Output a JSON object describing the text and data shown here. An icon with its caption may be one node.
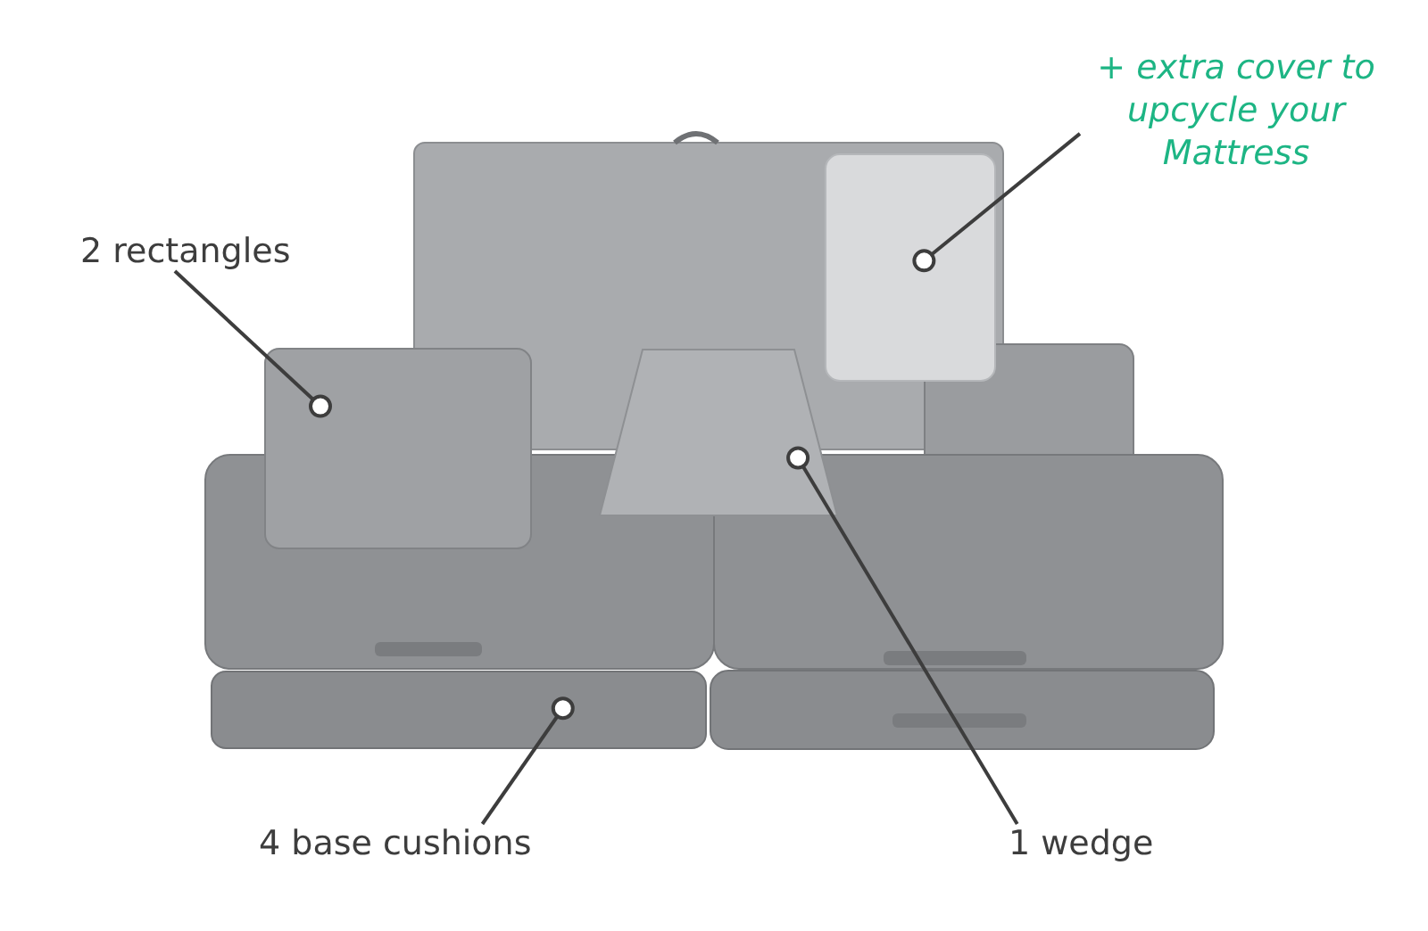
{
  "diagram": {
    "nodes": [
      {
        "text": [
          "+ extra cover to upcycle your Mattress"
        ]
      },
      {
        "text": [
          "2 rectangles"
        ]
      },
      {
        "text": [
          "4 base cushions"
        ]
      },
      {
        "text": [
          "1 wedge"
        ]
      },
      {
        "text": [],
        "shape": "box"
      },
      {
        "text": [],
        "shape": "box"
      },
      {
        "text": [],
        "shape": "box"
      },
      {
        "text": [],
        "shape": "box"
      }
    ],
    "edges": [
      {
        "from": 0,
        "to": 4,
        "arrow": "other"
      },
      {
        "from": 1,
        "to": 5,
        "arrow": "other"
      },
      {
        "from": 3,
        "to": 6,
        "arrow": "other"
      },
      {
        "from": 2,
        "to": 7,
        "arrow": "other"
      }
    ]
  }
}
